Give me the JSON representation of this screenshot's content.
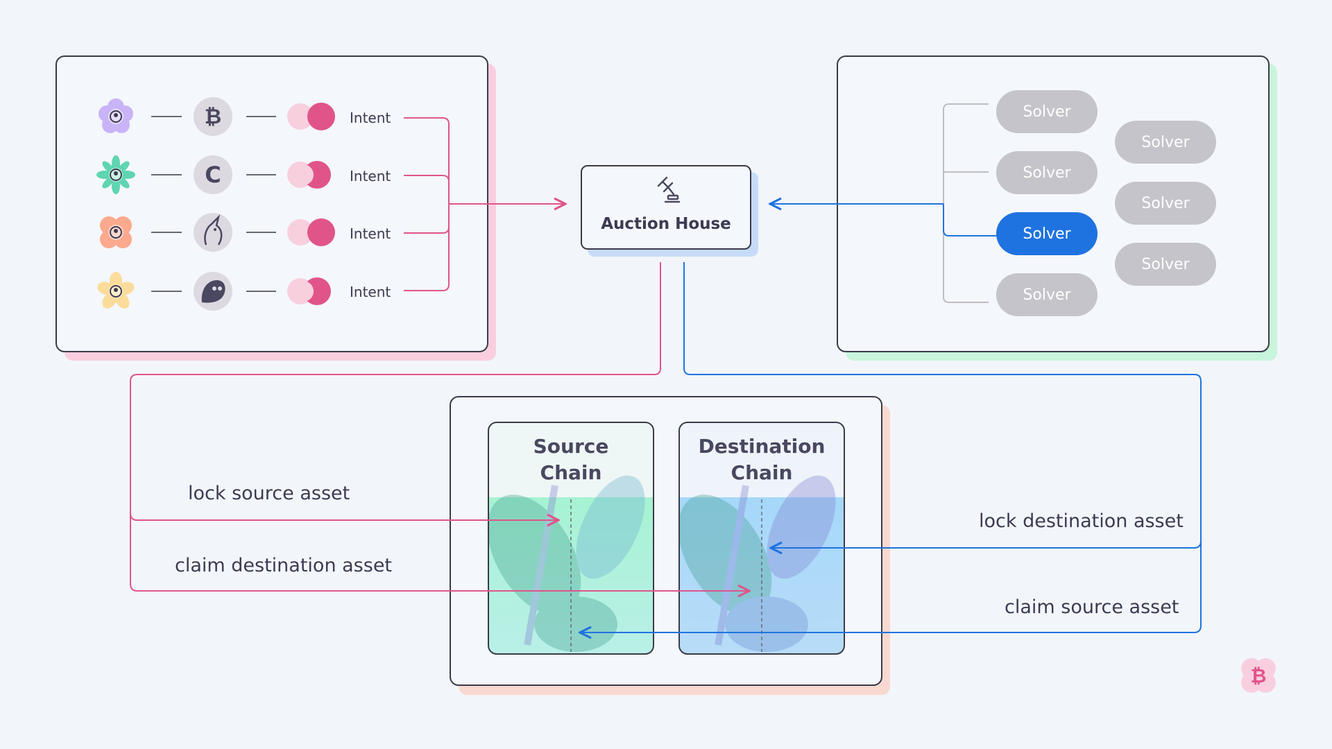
{
  "intents": [
    {
      "label": "Intent",
      "user_icon": "purple-flower-user-icon",
      "asset_icon": "bitcoin-icon",
      "user_color": "#c9b4f7"
    },
    {
      "label": "Intent",
      "user_icon": "green-flower-user-icon",
      "asset_icon": "c-coin-icon",
      "user_color": "#5fd5b0"
    },
    {
      "label": "Intent",
      "user_icon": "orange-flower-user-icon",
      "asset_icon": "unicorn-icon",
      "user_color": "#fca98e"
    },
    {
      "label": "Intent",
      "user_icon": "yellow-flower-user-icon",
      "asset_icon": "blob-token-icon",
      "user_color": "#fbdc9a"
    }
  ],
  "auction_house": {
    "label": "Auction House",
    "icon": "gavel-icon"
  },
  "solvers": {
    "left": [
      {
        "label": "Solver",
        "active": false
      },
      {
        "label": "Solver",
        "active": false
      },
      {
        "label": "Solver",
        "active": true
      },
      {
        "label": "Solver",
        "active": false
      }
    ],
    "right": [
      {
        "label": "Solver",
        "active": false
      },
      {
        "label": "Solver",
        "active": false
      },
      {
        "label": "Solver",
        "active": false
      }
    ]
  },
  "chains": {
    "source": {
      "line1": "Source",
      "line2": "Chain"
    },
    "destination": {
      "line1": "Destination",
      "line2": "Chain"
    }
  },
  "flows": {
    "lock_source": "lock source asset",
    "claim_destination": "claim destination asset",
    "lock_destination": "lock destination asset",
    "claim_source": "claim source asset"
  },
  "colors": {
    "pink": "#e0548a",
    "blue": "#1f73e0",
    "green_shadow": "#c8f5dc",
    "pink_shadow": "#f9cfe0",
    "peach_shadow": "#f8d8d0",
    "box_border": "#3b3a48"
  },
  "corner_logo": "bitcoin-flower-logo"
}
